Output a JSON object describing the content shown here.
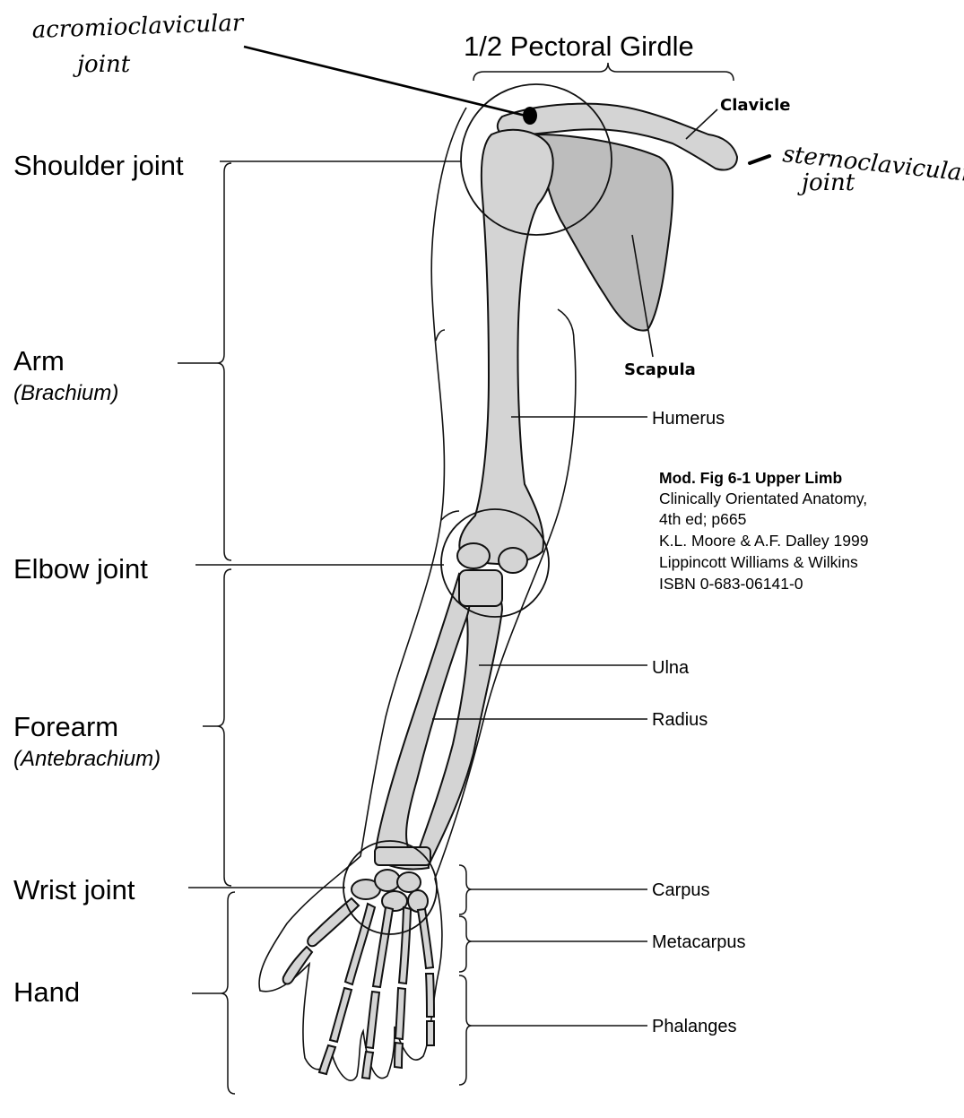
{
  "title": "1/2 Pectoral Girdle",
  "handwritten": {
    "acromioclavicular_line1": "acromioclavicular",
    "acromioclavicular_line2": "joint",
    "sternoclavicular_line1": "sternoclavicular",
    "sternoclavicular_line2": "joint"
  },
  "regions": {
    "shoulder_joint": "Shoulder joint",
    "arm": "Arm",
    "arm_latin": "(Brachium)",
    "elbow_joint": "Elbow joint",
    "forearm": "Forearm",
    "forearm_latin": "(Antebrachium)",
    "wrist_joint": "Wrist joint",
    "hand": "Hand"
  },
  "bones": {
    "clavicle": "Clavicle",
    "scapula": "Scapula",
    "humerus": "Humerus",
    "ulna": "Ulna",
    "radius": "Radius",
    "carpus": "Carpus",
    "metacarpus": "Metacarpus",
    "phalanges": "Phalanges"
  },
  "citation": {
    "line1": "Mod. Fig 6-1 Upper Limb",
    "line2": "Clinically Orientated Anatomy,",
    "line3": "4th ed; p665",
    "line4": "K.L. Moore & A.F. Dalley 1999",
    "line5": "Lippincott Williams & Wilkins",
    "line6": "ISBN 0-683-06141-0"
  }
}
